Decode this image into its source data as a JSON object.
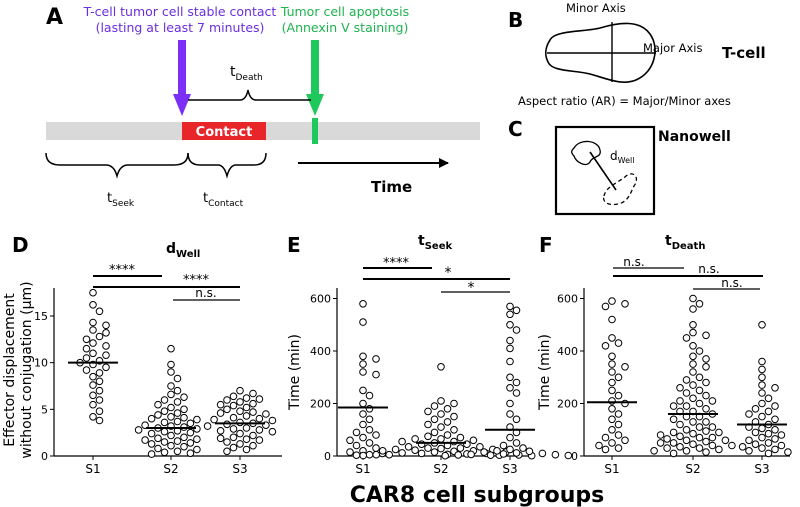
{
  "panel_a": {
    "letter": "A",
    "contact_caption_line1": "T-cell tumor cell stable contact",
    "contact_caption_line2": "(lasting at least 7 minutes)",
    "apoptosis_caption_line1": "Tumor cell apoptosis",
    "apoptosis_caption_line2": "(Annexin V staining)",
    "t_death": {
      "base": "t",
      "sub": "Death"
    },
    "contact_label": "Contact",
    "t_seek": {
      "base": "t",
      "sub": "Seek"
    },
    "t_contact": {
      "base": "t",
      "sub": "Contact"
    },
    "time_label": "Time",
    "colors": {
      "contact_arrow": "#7b2ff7",
      "apoptosis_arrow": "#1ec85a",
      "contact_box": "#e8262a",
      "track": "#d9d9d9"
    }
  },
  "panel_b": {
    "letter": "B",
    "minor_axis": "Minor Axis",
    "major_axis": "Major Axis",
    "cell_label": "T-cell",
    "aspect_ratio": "Aspect ratio (AR) = Major/Minor axes"
  },
  "panel_c": {
    "letter": "C",
    "label": "Nanowell",
    "d_well": {
      "base": "d",
      "sub": "Well"
    }
  },
  "panel_d": {
    "letter": "D",
    "title": {
      "base": "d",
      "sub": "Well"
    },
    "ylabel_line1": "Effector displacement",
    "ylabel_line2": "without conjugation (μm)",
    "sig": [
      "****",
      "****",
      "n.s."
    ]
  },
  "panel_e": {
    "letter": "E",
    "title": {
      "base": "t",
      "sub": "Seek"
    },
    "ylabel": "Time (min)",
    "sig": [
      "****",
      "*",
      "*"
    ]
  },
  "panel_f": {
    "letter": "F",
    "title": {
      "base": "t",
      "sub": "Death"
    },
    "ylabel": "Time (min)",
    "sig": [
      "n.s.",
      "n.s.",
      "n.s."
    ]
  },
  "xlabel": "CAR8 cell subgroups",
  "chart_data": [
    {
      "type": "scatter",
      "title": "dWell",
      "ylabel": "Effector displacement without conjugation (μm)",
      "categories": [
        "S1",
        "S2",
        "S3"
      ],
      "yticks": [
        0,
        5,
        10,
        15
      ],
      "ylim": [
        0,
        18
      ],
      "means": [
        10.0,
        3.0,
        3.5
      ],
      "series": [
        {
          "values": [
            17.5,
            16.2,
            15.5,
            14.3,
            14.0,
            13.5,
            13.2,
            12.8,
            12.5,
            12.1,
            11.8,
            11.5,
            11.0,
            10.8,
            10.5,
            10.2,
            10.0,
            9.8,
            9.5,
            9.2,
            8.9,
            8.5,
            8.0,
            7.6,
            7.0,
            6.5,
            6.0,
            5.5,
            4.8,
            4.2,
            3.8
          ]
        },
        {
          "values": [
            11.5,
            9.8,
            9.0,
            8.3,
            7.5,
            7.0,
            6.6,
            6.3,
            6.0,
            5.8,
            5.5,
            5.2,
            5.0,
            4.8,
            4.6,
            4.4,
            4.2,
            4.0,
            3.9,
            3.7,
            3.5,
            3.3,
            3.2,
            3.0,
            2.8,
            2.7,
            2.5,
            2.4,
            2.2,
            2.0,
            1.9,
            1.7,
            1.6,
            1.4,
            1.3,
            1.1,
            1.0,
            0.8,
            0.7,
            0.5,
            0.4,
            0.3,
            0.2,
            3.1,
            2.6,
            1.8,
            4.1,
            3.6,
            2.9,
            1.5
          ]
        },
        {
          "values": [
            7.0,
            6.7,
            6.4,
            6.2,
            6.0,
            5.8,
            5.6,
            5.4,
            5.2,
            5.0,
            4.8,
            4.6,
            4.5,
            4.3,
            4.1,
            4.0,
            3.8,
            3.6,
            3.5,
            3.3,
            3.2,
            3.0,
            2.9,
            2.7,
            2.6,
            2.4,
            2.2,
            2.0,
            1.9,
            1.7,
            1.5,
            1.3,
            1.1,
            0.9,
            0.7,
            0.5,
            5.5,
            4.7,
            3.9,
            2.8,
            1.8,
            6.1,
            3.4
          ]
        }
      ]
    },
    {
      "type": "scatter",
      "title": "tSeek",
      "ylabel": "Time (min)",
      "categories": [
        "S1",
        "S2",
        "S3"
      ],
      "yticks": [
        0,
        200,
        400,
        600
      ],
      "ylim": [
        0,
        640
      ],
      "means": [
        185,
        50,
        100
      ],
      "series": [
        {
          "values": [
            580,
            510,
            380,
            370,
            350,
            320,
            310,
            250,
            230,
            200,
            180,
            160,
            140,
            120,
            100,
            90,
            80,
            70,
            60,
            50,
            40,
            30,
            20,
            15,
            10,
            5,
            3
          ]
        },
        {
          "values": [
            340,
            210,
            200,
            190,
            180,
            170,
            160,
            150,
            140,
            130,
            120,
            110,
            100,
            90,
            80,
            75,
            70,
            65,
            60,
            55,
            50,
            45,
            40,
            35,
            30,
            28,
            25,
            22,
            20,
            18,
            15,
            12,
            10,
            8,
            6,
            5,
            4,
            3,
            2,
            1,
            30,
            20,
            10,
            5,
            15,
            25,
            35,
            45,
            55,
            65
          ]
        },
        {
          "values": [
            570,
            555,
            540,
            500,
            480,
            440,
            410,
            360,
            300,
            280,
            260,
            240,
            200,
            160,
            140,
            110,
            90,
            70,
            50,
            40,
            30,
            20,
            15,
            10,
            8,
            5,
            3,
            2,
            1,
            12,
            25,
            18,
            6,
            4
          ]
        }
      ]
    },
    {
      "type": "scatter",
      "title": "tDeath",
      "ylabel": "Time (min)",
      "categories": [
        "S1",
        "S2",
        "S3"
      ],
      "yticks": [
        0,
        200,
        400,
        600
      ],
      "ylim": [
        0,
        640
      ],
      "means": [
        205,
        160,
        120
      ],
      "series": [
        {
          "values": [
            590,
            580,
            570,
            520,
            450,
            430,
            420,
            380,
            350,
            340,
            320,
            300,
            280,
            250,
            230,
            210,
            200,
            180,
            160,
            140,
            120,
            100,
            80,
            70,
            60,
            50,
            40,
            30,
            25
          ]
        },
        {
          "values": [
            600,
            580,
            560,
            500,
            470,
            460,
            450,
            420,
            400,
            380,
            370,
            350,
            340,
            320,
            300,
            290,
            280,
            270,
            260,
            250,
            240,
            230,
            220,
            210,
            200,
            190,
            180,
            170,
            160,
            150,
            140,
            130,
            120,
            110,
            100,
            95,
            90,
            85,
            80,
            75,
            70,
            65,
            60,
            55,
            50,
            45,
            40,
            35,
            30,
            25,
            20,
            15,
            10,
            150,
            130,
            110,
            90,
            70,
            50,
            30,
            170,
            190,
            210,
            60,
            40,
            20
          ]
        },
        {
          "values": [
            500,
            360,
            330,
            300,
            270,
            260,
            240,
            220,
            200,
            190,
            180,
            170,
            160,
            150,
            140,
            130,
            120,
            110,
            100,
            90,
            80,
            70,
            60,
            50,
            40,
            35,
            30,
            25,
            20,
            15,
            10,
            105,
            85,
            65,
            45
          ]
        }
      ]
    }
  ]
}
